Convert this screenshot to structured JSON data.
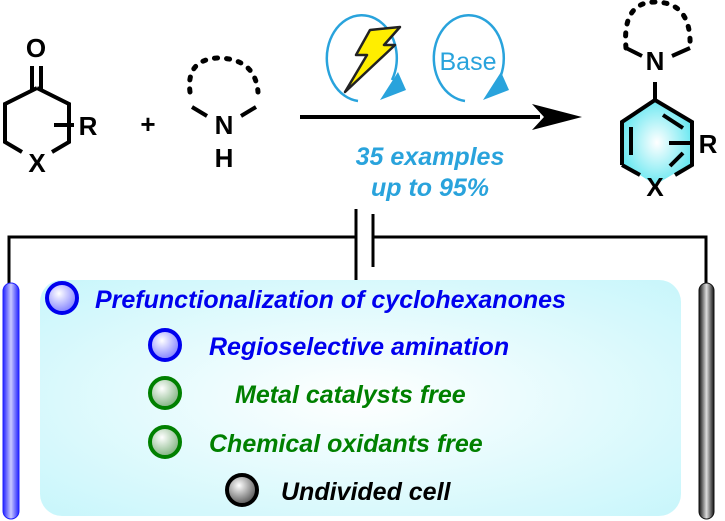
{
  "reaction": {
    "ketone": {
      "oxygen": "O",
      "substituent": "R",
      "heteroatom": "X"
    },
    "plus": "+",
    "amine": {
      "nitrogen": "N",
      "hydrogen": "H"
    },
    "conditions": {
      "base_label": "Base",
      "electricity_icon": "lightning-bolt-icon"
    },
    "yield_line1": "35 examples",
    "yield_line2": "up to 95%",
    "product": {
      "nitrogen": "N",
      "substituent": "R",
      "heteroatom": "X"
    }
  },
  "features": [
    {
      "label": "Prefunctionalization of cyclohexanones",
      "color": "#0000ee"
    },
    {
      "label": "Regioselective amination",
      "color": "#0000ee"
    },
    {
      "label": "Metal catalysts free",
      "color": "#008000"
    },
    {
      "label": "Chemical oxidants free",
      "color": "#008000"
    },
    {
      "label": "Undivided cell",
      "color": "#000000"
    }
  ],
  "colors": {
    "accent": "#29a3dc",
    "panel": "#dcfbfd",
    "anode": "#3030ff",
    "cathode": "#222222"
  }
}
